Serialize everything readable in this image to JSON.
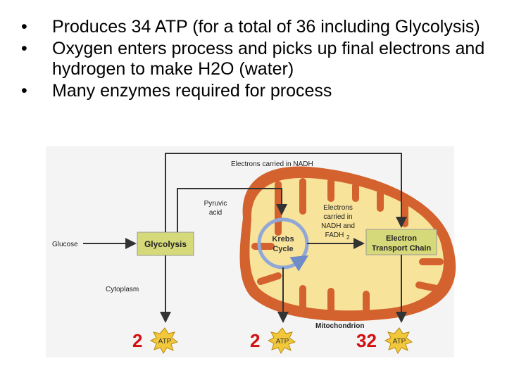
{
  "bullets": [
    "Produces 34 ATP (for a total of 36 including Glycolysis)",
    "Oxygen enters process and picks up final electrons and hydrogen to make H2O (water)",
    "Many enzymes required for process"
  ],
  "bullet_glyph": "•",
  "diagram": {
    "nadh_top": "Electrons carried in NADH",
    "pyruvic_line1": "Pyruvic",
    "pyruvic_line2": "acid",
    "glucose": "Glucose",
    "glycolysis": "Glycolysis",
    "cytoplasm": "Cytoplasm",
    "krebs_line1": "Krebs",
    "krebs_line2": "Cycle",
    "electrons_line1": "Electrons",
    "electrons_line2": "carried in",
    "electrons_line3": "NADH and",
    "electrons_line4": "FADH",
    "electrons_sub": "2",
    "etc_line1": "Electron",
    "etc_line2": "Transport Chain",
    "mitochondrion": "Mitochondrion",
    "atp_count_1": "2",
    "atp_count_2": "2",
    "atp_count_3": "32",
    "atp_label": "ATP"
  },
  "colors": {
    "membrane": "#d4622e",
    "matrix": "#f8e39a",
    "box_fill": "#d6d97a",
    "atp_red": "#d11010",
    "krebs_arrow": "#8fa8d8"
  }
}
